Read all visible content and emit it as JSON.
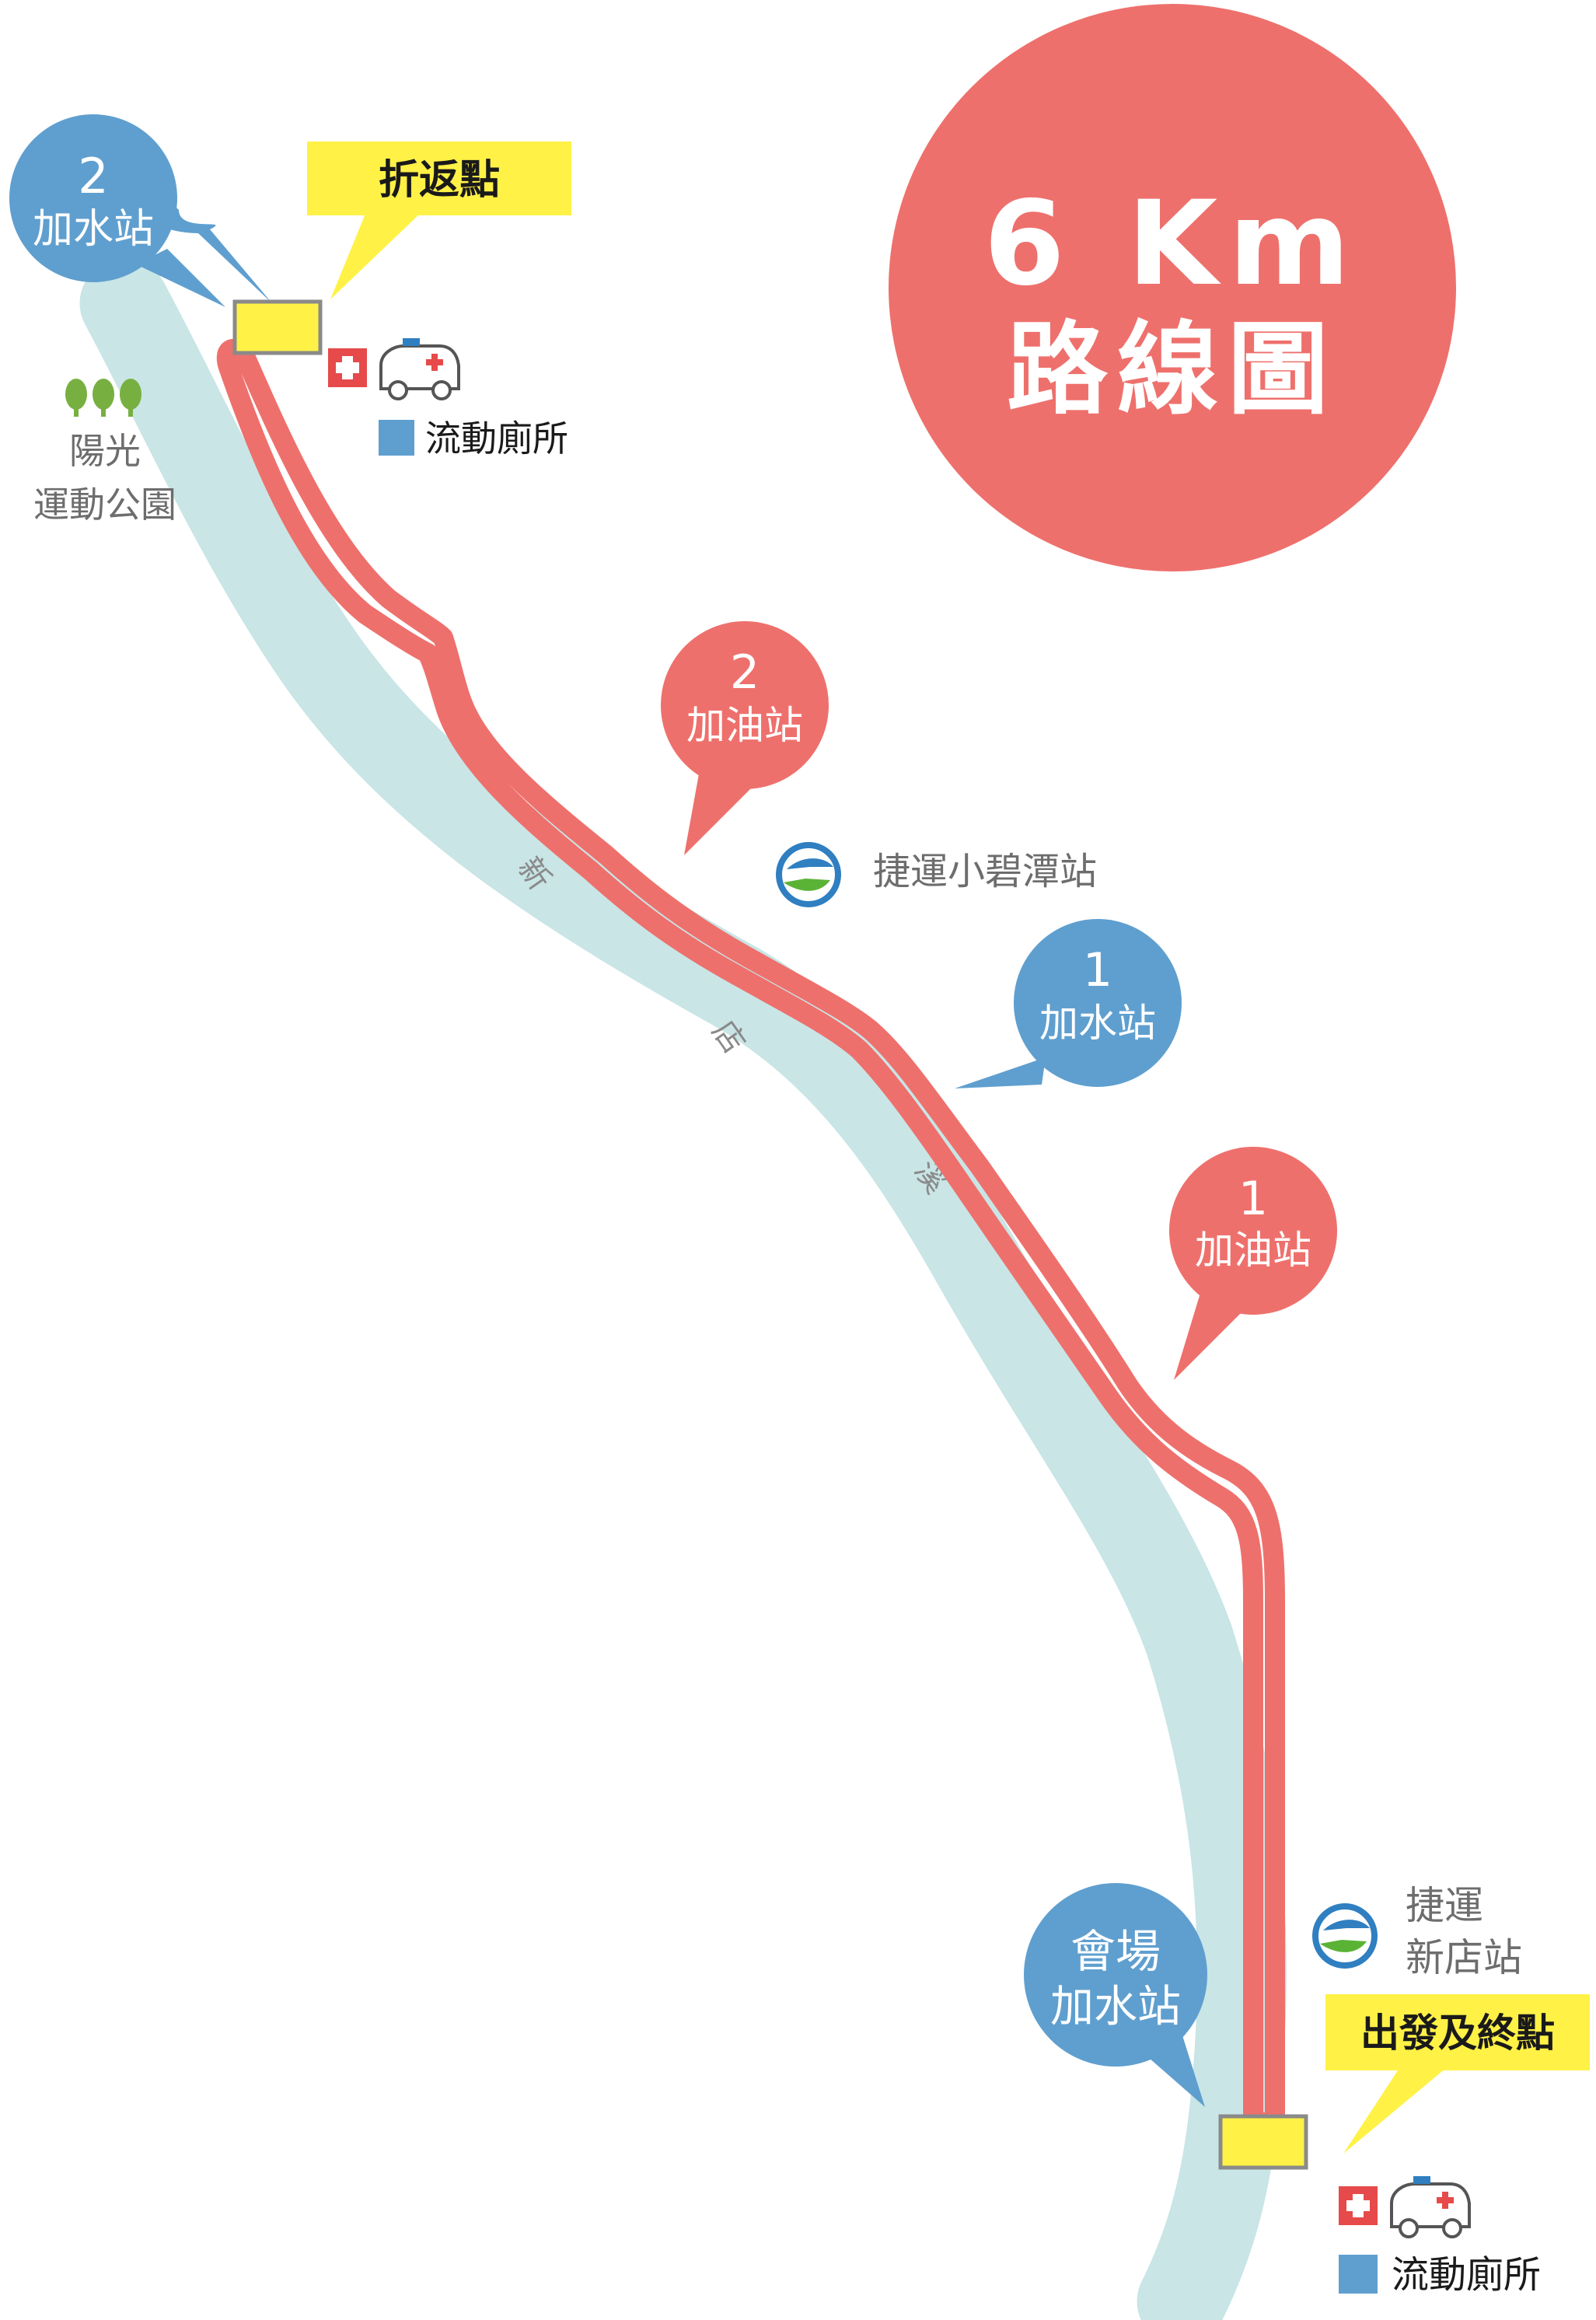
{
  "colors": {
    "route": "#ee706c",
    "river": "#c9e5e6",
    "water_bubble": "#5f9fcf",
    "fuel_bubble": "#ee706c",
    "callout_yellow": "#fff146",
    "tree": "#77b041",
    "toilet": "#5f9fcf",
    "metro_blue": "#2f7fc1",
    "metro_green": "#5bb336"
  },
  "title": {
    "line1": "6 Km",
    "line2": "路線圖"
  },
  "turnaround": {
    "label": "折返點"
  },
  "start_finish": {
    "label": "出發及終點"
  },
  "water_station_2": {
    "number": "2",
    "label": "加水站"
  },
  "water_station_1": {
    "number": "1",
    "label": "加水站"
  },
  "water_station_venue": {
    "line1": "會場",
    "line2": "加水站"
  },
  "fuel_station_2": {
    "number": "2",
    "label": "加油站"
  },
  "fuel_station_1": {
    "number": "1",
    "label": "加油站"
  },
  "park": {
    "line1": "陽光",
    "line2": "運動公園"
  },
  "metro_xiaobitan": {
    "label": "捷運小碧潭站"
  },
  "metro_xindian": {
    "line1": "捷運",
    "line2": "新店站"
  },
  "river": {
    "chars": [
      "新",
      "店",
      "溪"
    ]
  },
  "toilet_top": {
    "label": "流動廁所"
  },
  "toilet_bottom": {
    "label": "流動廁所"
  },
  "icons": {
    "first_aid": "first-aid-icon",
    "ambulance": "ambulance-icon",
    "toilet": "toilet-icon",
    "metro": "metro-logo-icon",
    "trees": "tree-icon"
  }
}
